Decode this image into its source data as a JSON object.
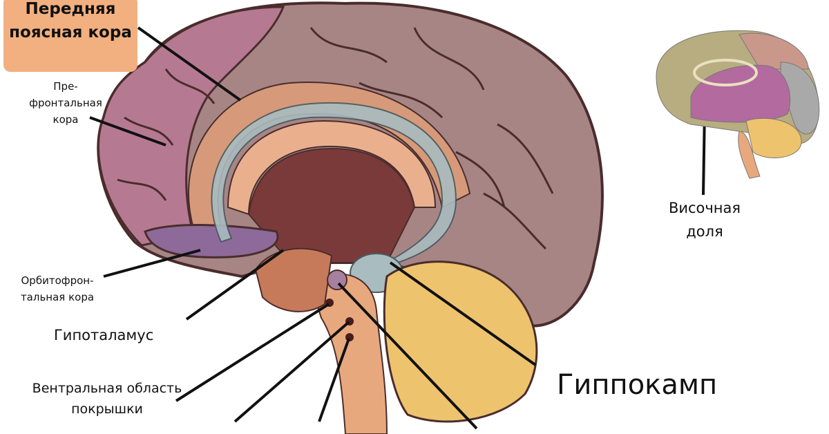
{
  "labels": {
    "anterior_cingulate": "Передняя поясная кора",
    "prefrontal": [
      "Пре-",
      "фронтальная",
      "кора"
    ],
    "orbitofrontal": [
      "Орбитофрон-",
      "тальная кора"
    ],
    "hypothalamus": "Гипоталамус",
    "vta": [
      "Вентральная область",
      "покрышки"
    ],
    "hippocampus": "Гиппокамп",
    "temporal_lobe": [
      "Височная",
      "доля"
    ]
  },
  "colors": {
    "label_box": "#f2b080",
    "cortex": "#a88585",
    "prefrontal": "#b57a92",
    "orbitofrontal": "#8e6a9a",
    "cingulate": "#d69a7a",
    "hippocampus": "#a9bcc0",
    "cerebellum": "#eec36e",
    "brainstem": "#e8a87e"
  }
}
